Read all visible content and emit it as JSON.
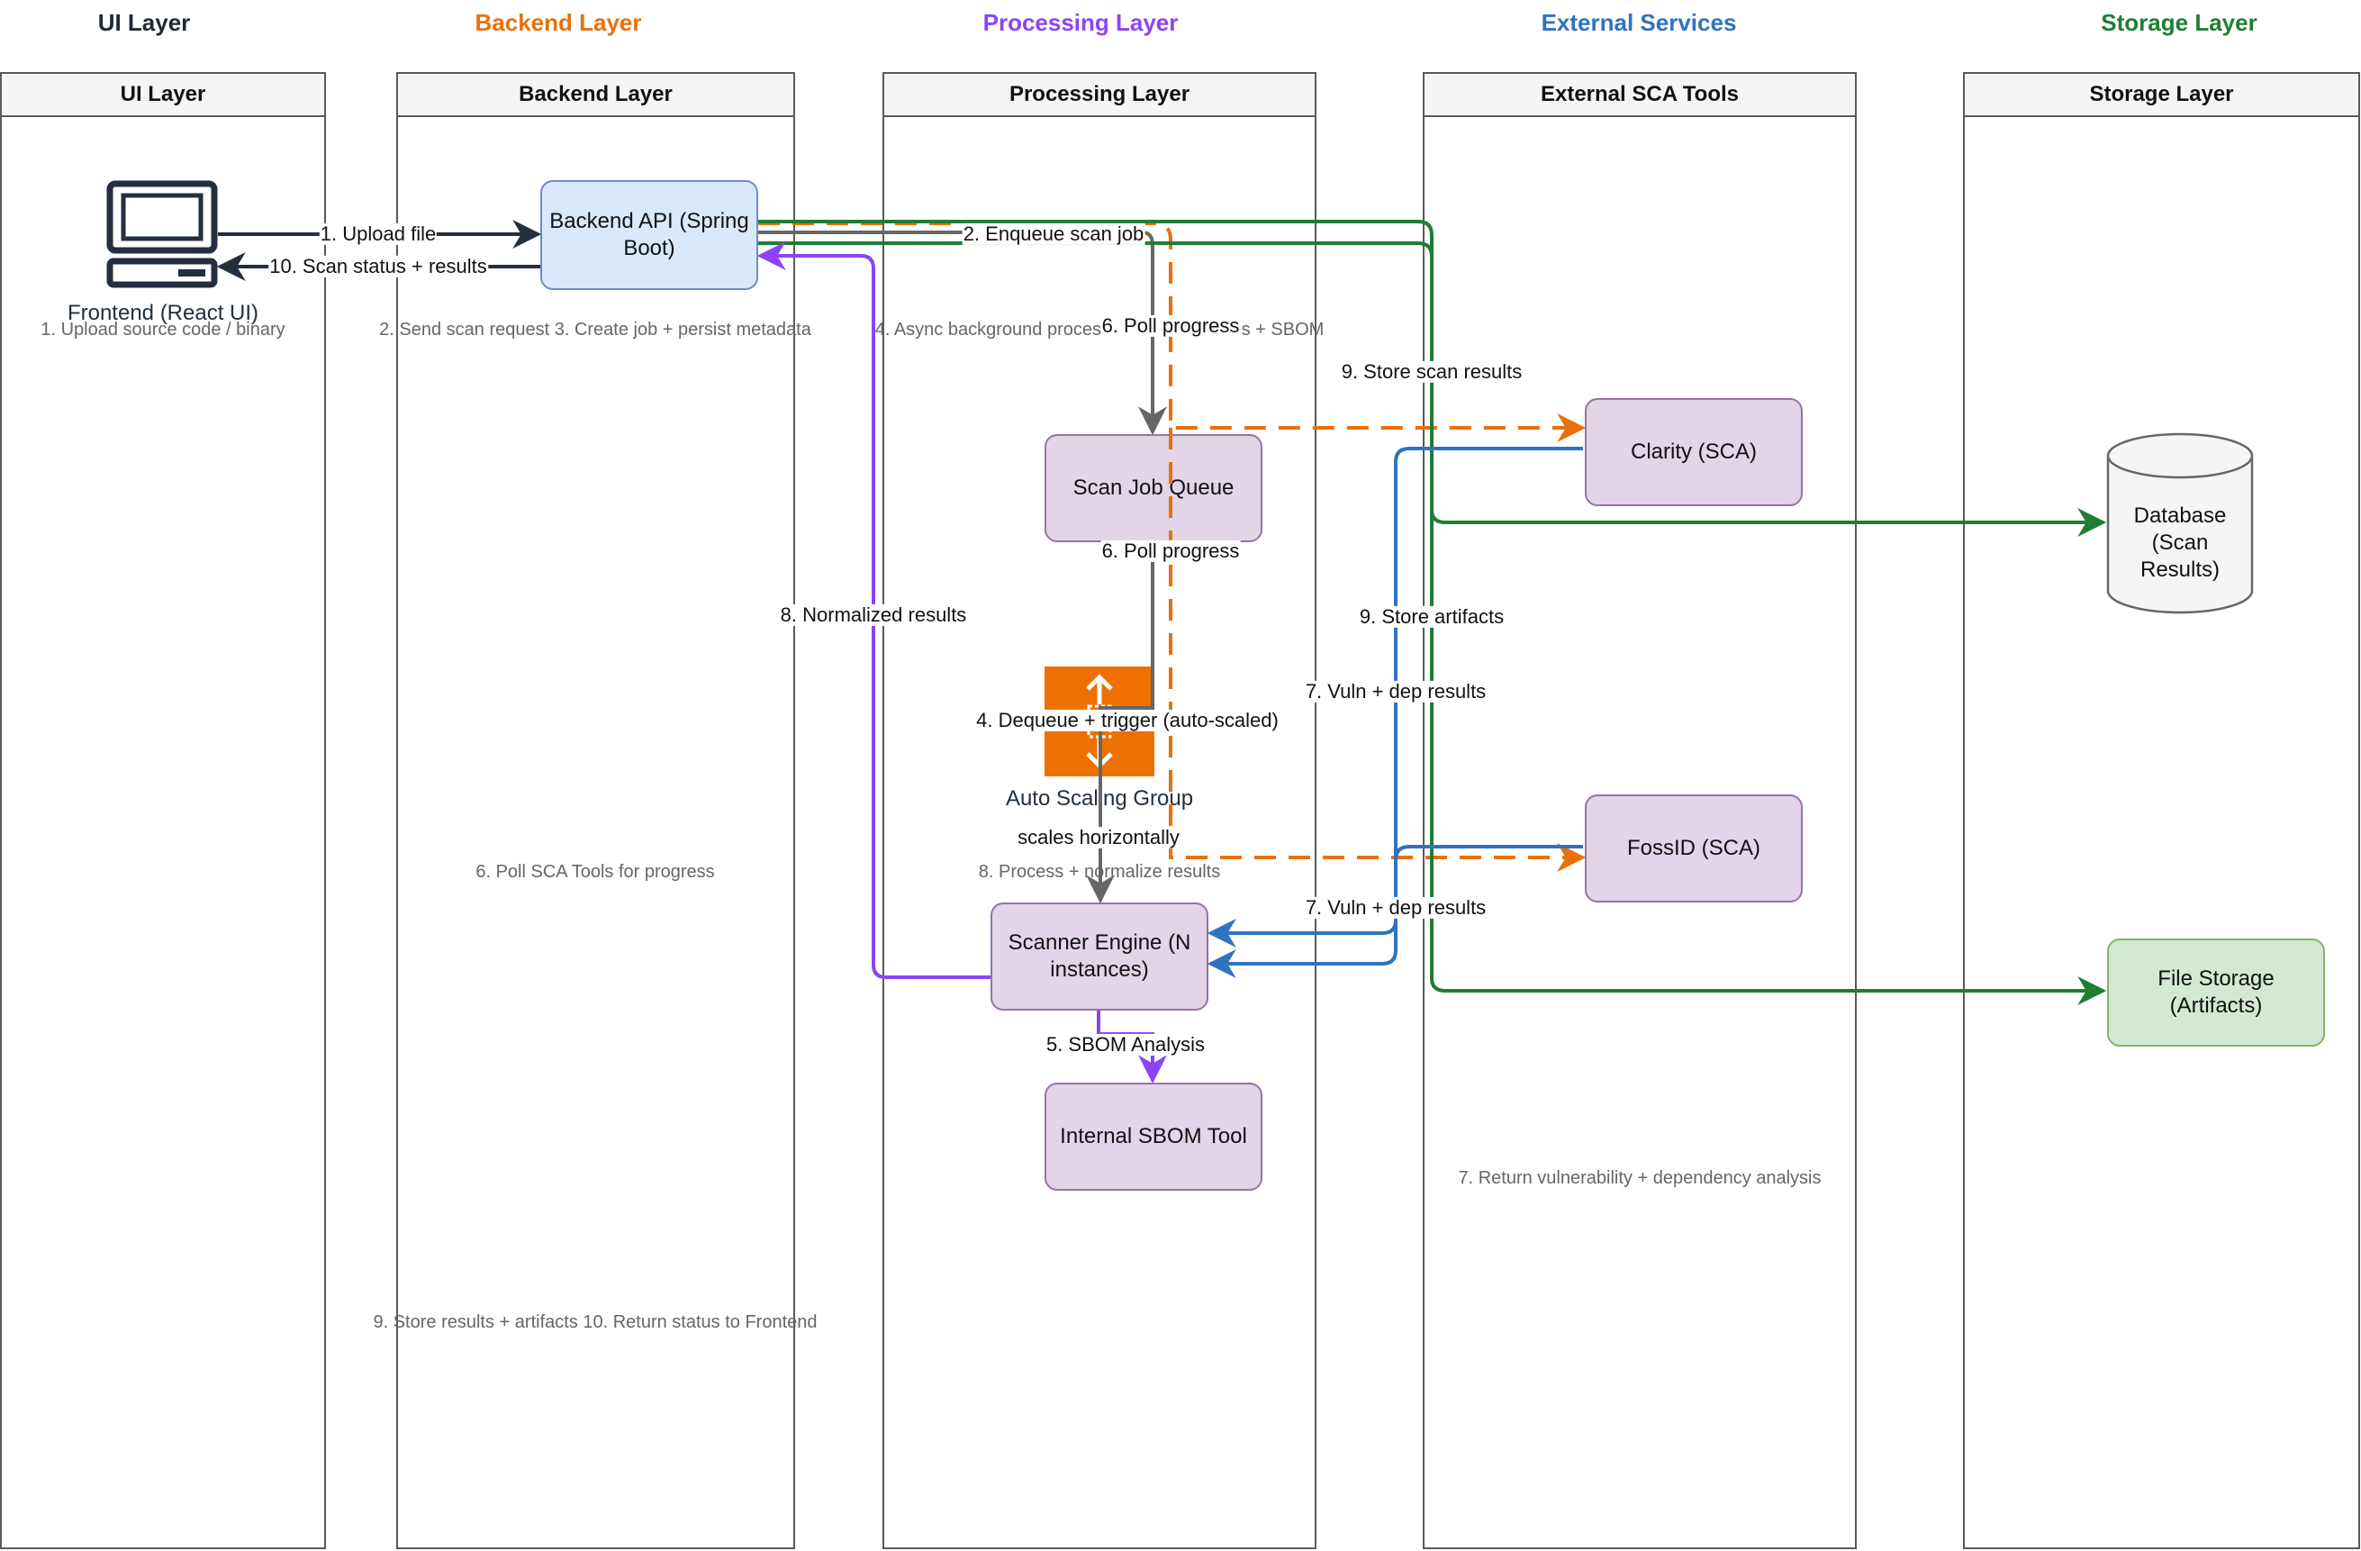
{
  "layer_titles": [
    {
      "text": "UI Layer",
      "color": "#1f2937"
    },
    {
      "text": "Backend Layer",
      "color": "#e8710a"
    },
    {
      "text": "Processing Layer",
      "color": "#8b44f7"
    },
    {
      "text": "External Services",
      "color": "#2f73c0"
    },
    {
      "text": "Storage Layer",
      "color": "#1e7e34"
    }
  ],
  "lanes": [
    {
      "title": "UI Layer"
    },
    {
      "title": "Backend Layer"
    },
    {
      "title": "Processing Layer"
    },
    {
      "title": "External SCA Tools"
    },
    {
      "title": "Storage Layer"
    }
  ],
  "nodes": {
    "frontend": "Frontend (React UI)",
    "backend_api": "Backend API (Spring Boot)",
    "scan_job_queue": "Scan Job Queue",
    "auto_scaling_group": "Auto Scaling Group",
    "scanner_engine": "Scanner Engine (N instances)",
    "internal_sbom_tool": "Internal SBOM Tool",
    "clarity": "Clarity (SCA)",
    "fossid": "FossID (SCA)",
    "database": "Database (Scan Results)",
    "file_storage": "File Storage (Artifacts)"
  },
  "notes": {
    "ui": "1. Upload source code / binary",
    "backend_top": "2. Send scan request 3. Create job + persist metadata",
    "processing_top": "4. Async background process 5. Call SCA tools + SBOM",
    "backend_mid": "6. Poll SCA Tools for progress",
    "processing_mid": "8. Process + normalize results",
    "external_bottom": "7. Return vulnerability + dependency analysis",
    "backend_bottom": "9. Store results + artifacts 10. Return status to Frontend"
  },
  "edge_labels": {
    "upload_file": "1. Upload file",
    "scan_status": "10. Scan status + results",
    "enqueue": "2. Enqueue scan job",
    "poll_progress_top": "6. Poll progress",
    "store_scan_results": "9. Store scan results",
    "poll_progress_mid": "6. Poll progress",
    "normalized_results": "8. Normalized results",
    "store_artifacts": "9. Store artifacts",
    "vuln_dep_top": "7. Vuln + dep results",
    "dequeue": "4. Dequeue + trigger (auto-scaled)",
    "scales_horizontally": "scales horizontally",
    "vuln_dep_bottom": "7. Vuln + dep results",
    "sbom_analysis": "5. SBOM Analysis"
  },
  "colors": {
    "dark": "#232f3e",
    "orange": "#e8710a",
    "purple": "#8b44f7",
    "blue": "#2f73c0",
    "green": "#1e7e34",
    "gray": "#666666",
    "asg_orange": "#ed7100"
  },
  "icons": [
    "monitor-icon",
    "auto-scaling-icon",
    "database-cylinder-icon"
  ]
}
